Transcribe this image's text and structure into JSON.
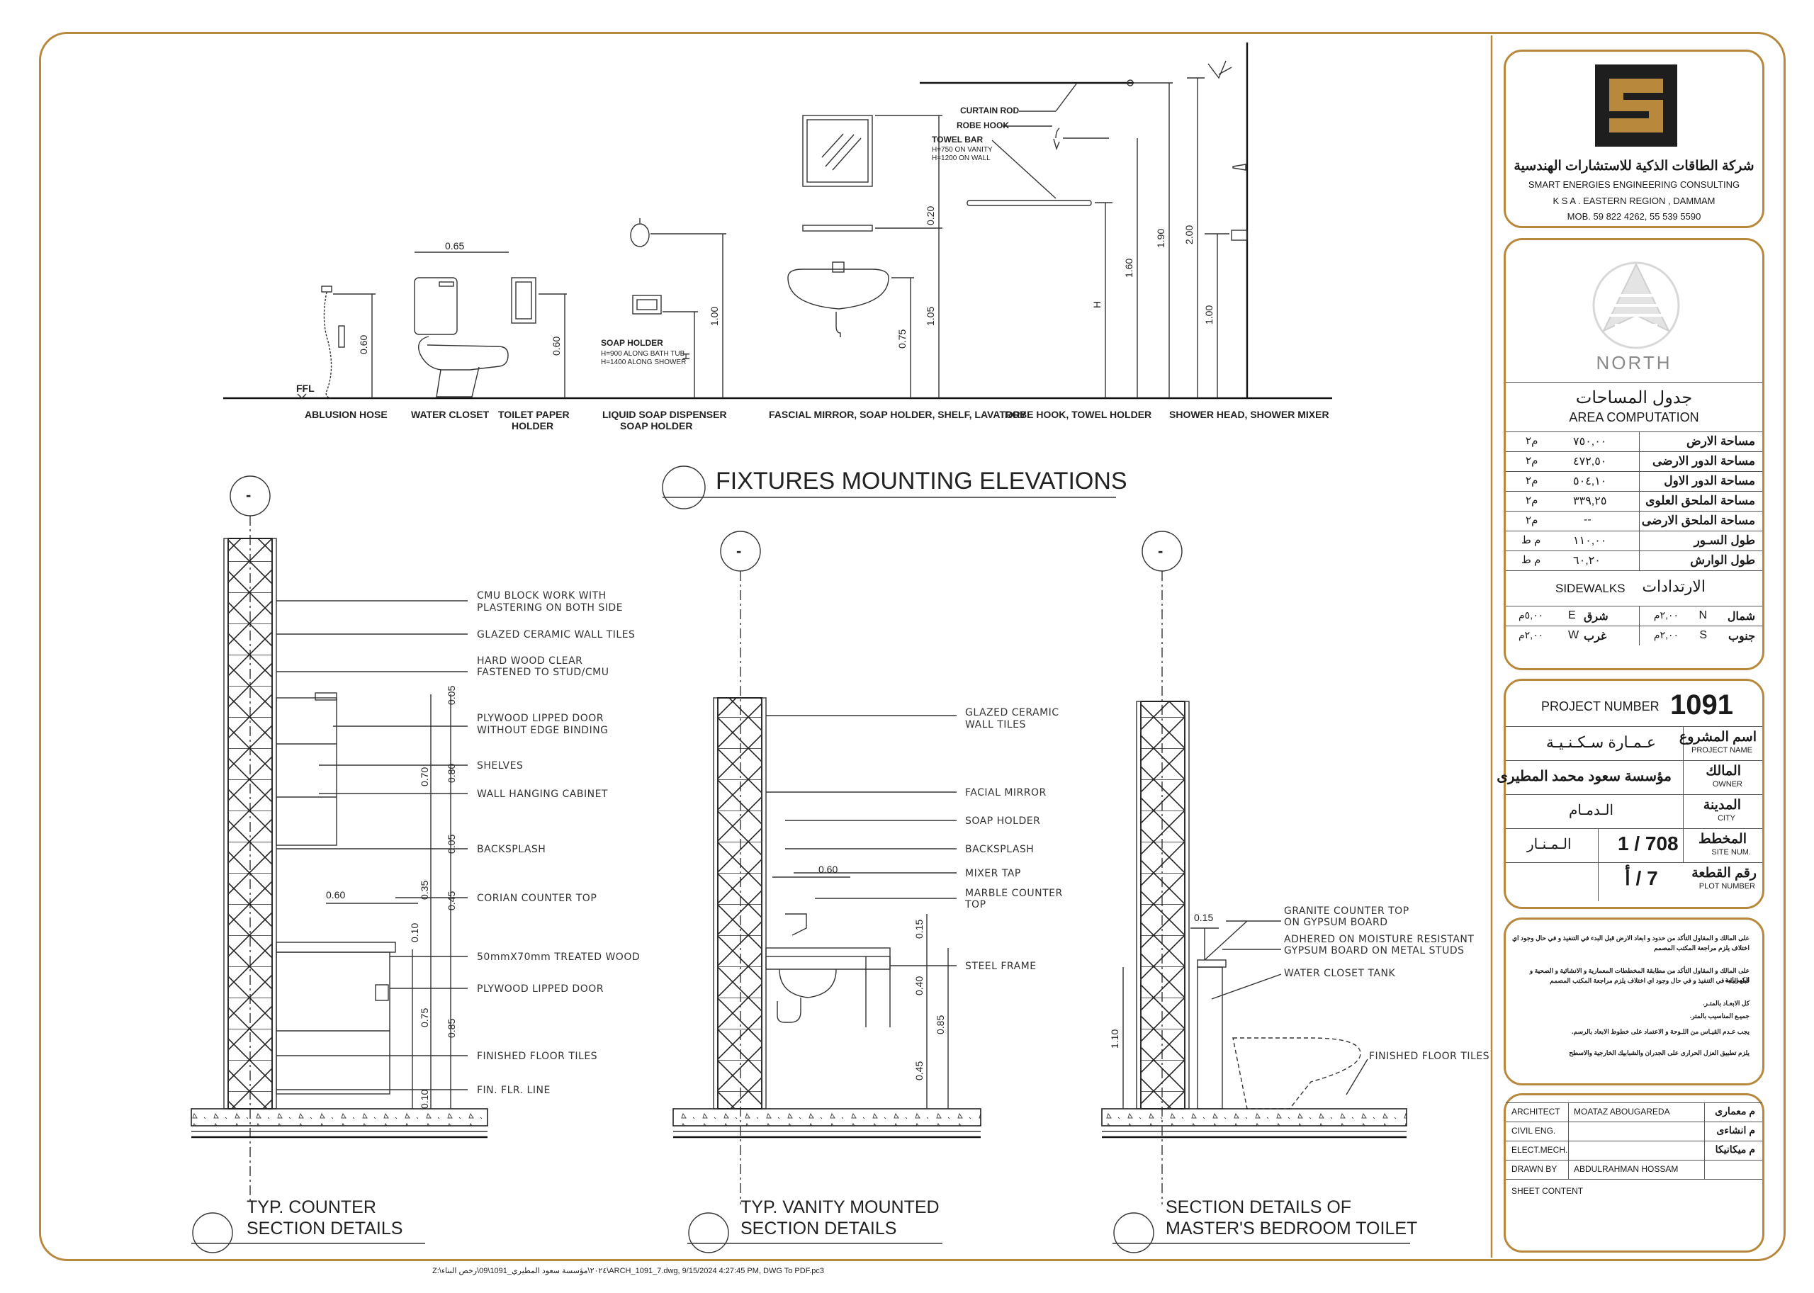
{
  "drawing": {
    "main_title": "FIXTURES MOUNTING ELEVATIONS",
    "fixtures": {
      "ablusion_hose": "ABLUSION HOSE",
      "water_closet": "WATER CLOSET",
      "toilet_paper_1": "TOILET PAPER",
      "toilet_paper_2": "HOLDER",
      "liquid_soap_1": "LIQUID SOAP DISPENSER",
      "liquid_soap_2": "SOAP HOLDER",
      "lavatory": "FASCIAL MIRROR, SOAP HOLDER, SHELF, LAVATORY",
      "robe_towel": "ROBE HOOK, TOWEL HOLDER",
      "shower": "SHOWER HEAD, SHOWER MIXER",
      "ffl": "FFL",
      "curtain_rod": "CURTAIN ROD",
      "robe_hook": "ROBE HOOK",
      "towel_bar": "TOWEL BAR",
      "towel_bar_h1": "H=750  ON VANITY",
      "towel_bar_h2": "H=1200 ON WALL",
      "soap_holder": "SOAP HOLDER",
      "soap_holder_h1": "H=900  ALONG BATH TUB",
      "soap_holder_h2": "H=1400 ALONG SHOWER",
      "dims": {
        "d065": "0.65",
        "d060a": "0.60",
        "d060b": "0.60",
        "d100a": "1.00",
        "H1": "H",
        "d020": "0.20",
        "d105": "1.05",
        "d075": "0.75",
        "d160": "1.60",
        "H2": "H",
        "d190": "1.90",
        "d200": "2.00",
        "d100b": "1.00"
      }
    },
    "sections": {
      "counter_title_1": "TYP. COUNTER",
      "counter_title_2": "SECTION DETAILS",
      "vanity_title_1": "TYP. VANITY MOUNTED",
      "vanity_title_2": "SECTION DETAILS",
      "master_title_1": "SECTION DETAILS OF",
      "master_title_2": "MASTER'S BEDROOM TOILET",
      "marker": "-",
      "counter_labels": [
        "CMU BLOCK WORK WITH",
        "PLASTERING ON BOTH SIDE",
        "GLAZED CERAMIC WALL TILES",
        "HARD WOOD CLEAR",
        "FASTENED TO STUD/CMU",
        "PLYWOOD LIPPED DOOR",
        "WITHOUT EDGE BINDING",
        "SHELVES",
        "WALL HANGING CABINET",
        "BACKSPLASH",
        "CORIAN COUNTER TOP",
        "50mmX70mm TREATED WOOD",
        "PLYWOOD LIPPED DOOR",
        "FINISHED FLOOR TILES",
        "FIN. FLR. LINE"
      ],
      "counter_dims": [
        "0.05",
        "0.70",
        "0.80",
        "0.05",
        "0.35",
        "0.45",
        "0.10",
        "0.75",
        "0.85",
        "0.10",
        "0.60"
      ],
      "vanity_labels": [
        "GLAZED CERAMIC",
        "WALL TILES",
        "FACIAL MIRROR",
        "SOAP HOLDER",
        "BACKSPLASH",
        "MIXER TAP",
        "MARBLE COUNTER",
        "TOP",
        "STEEL FRAME"
      ],
      "vanity_dims": [
        "0.60",
        "0.15",
        "0.40",
        "0.85",
        "0.45"
      ],
      "master_labels": [
        "GRANITE COUNTER TOP",
        "ON GYPSUM BOARD",
        "ADHERED ON MOISTURE RESISTANT",
        "GYPSUM BOARD ON METAL STUDS",
        "WATER CLOSET TANK",
        "FINISHED FLOOR TILES"
      ],
      "master_dims": [
        "0.15",
        "1.10"
      ]
    },
    "footer_path": "Z:\\٢٠٢٤\\مؤسسة سعود المطيري_1091\\09\\رخص البناء\\ARCH_1091_7.dwg, 9/15/2024 4:27:45 PM, DWG To PDF.pc3"
  },
  "titleblock": {
    "company_ar": "شركة الطاقات الذكية للاستشارات الهندسية",
    "company_en": "SMART ENERGIES ENGINEERING CONSULTING",
    "region": "K S A . EASTERN REGION , DAMMAM",
    "mobile": "MOB. 59 822 4262, 55 539 5590",
    "north": "NORTH",
    "area_title_ar": "جدول المساحات",
    "area_title_en": "AREA COMPUTATION",
    "areas": [
      {
        "label": "مساحة الارض",
        "value": "٧٥٠,٠٠",
        "unit": "م٢"
      },
      {
        "label": "مساحة الدور الارضى",
        "value": "٤٧٢,٥٠",
        "unit": "م٢"
      },
      {
        "label": "مساحة الدور الاول",
        "value": "٥٠٤,١٠",
        "unit": "م٢"
      },
      {
        "label": "مساحة الملحق العلوى",
        "value": "٣٣٩,٢٥",
        "unit": "م٢"
      },
      {
        "label": "مساحة الملحق الارضى",
        "value": "--",
        "unit": "م٢"
      },
      {
        "label": "طول السـور",
        "value": "١١٠,٠٠",
        "unit": "م ط"
      },
      {
        "label": "طول الوارش",
        "value": "٦٠,٢٠",
        "unit": "م ط"
      }
    ],
    "sidewalks_en": "SIDEWALKS",
    "sidewalks_ar": "الارتدادات",
    "sw_rows": [
      {
        "ar1": "شمال",
        "l1": "N",
        "v1": "٢,٠٠م",
        "ar2": "شرق",
        "l2": "E",
        "v2": "٥,٠٠م"
      },
      {
        "ar1": "جنوب",
        "l1": "S",
        "v1": "٢,٠٠م",
        "ar2": "غرب",
        "l2": "W",
        "v2": "٢,٠٠م"
      }
    ],
    "project_number_label": "PROJECT NUMBER",
    "project_number": "1091",
    "project_name_ar": "اسم المشروع",
    "project_name_en": "PROJECT NAME",
    "project_name_value": "عـمـارة سـكـنـيـة",
    "owner_ar": "المالك",
    "owner_en": "OWNER",
    "owner_value": "مؤسسة سعود محمد المطيرى",
    "city_ar": "المدينة",
    "city_en": "CITY",
    "city_value": "الـدمـام",
    "site_ar": "المخطط",
    "site_en": "SITE NUM.",
    "site_value": "1 / 708",
    "site_name": "الـمـنـار",
    "plot_ar": "رقم القطعة",
    "plot_en": "PLOT NUMBER",
    "plot_value": "7 / أ",
    "notes": [
      "على المالك و المقاول التأكد من حدود و ابعاد الارض قبل البدء في التنفيذ و في حال وجود اي",
      "اختلاف يلزم مراجعة المكتب المصمم",
      "على المالك و المقاول التأكد من مطابقة المخططات المعمارية و الانشائية و الصحية و الكهربائية",
      "قبل البدء في التنفيذ و في حال وجود اي اختلاف يلزم مراجعة المكتب المصمم",
      "كل الابعـاد بالمتـر.",
      "جميـع المناسيب بالمتر.",
      "يجب عـدم القيـاس من اللـوحة و الاعتماد على خطوط الابعاد بالرسم.",
      "يلزم تطبيق العزل الحرارى على الجدران والشبابيك الخارجية والاسطح"
    ],
    "staff": [
      {
        "en": "ARCHITECT",
        "name": "MOATAZ ABOUGAREDA",
        "ar": "م معمارى"
      },
      {
        "en": "CIVIL ENG.",
        "name": "",
        "ar": "م انشاءى"
      },
      {
        "en": "ELECT.MECH.",
        "name": "",
        "ar": "م ميكانيكا"
      },
      {
        "en": "DRAWN BY",
        "name": "ABDULRAHMAN HOSSAM",
        "ar": ""
      }
    ],
    "sheet_content": "SHEET CONTENT"
  }
}
